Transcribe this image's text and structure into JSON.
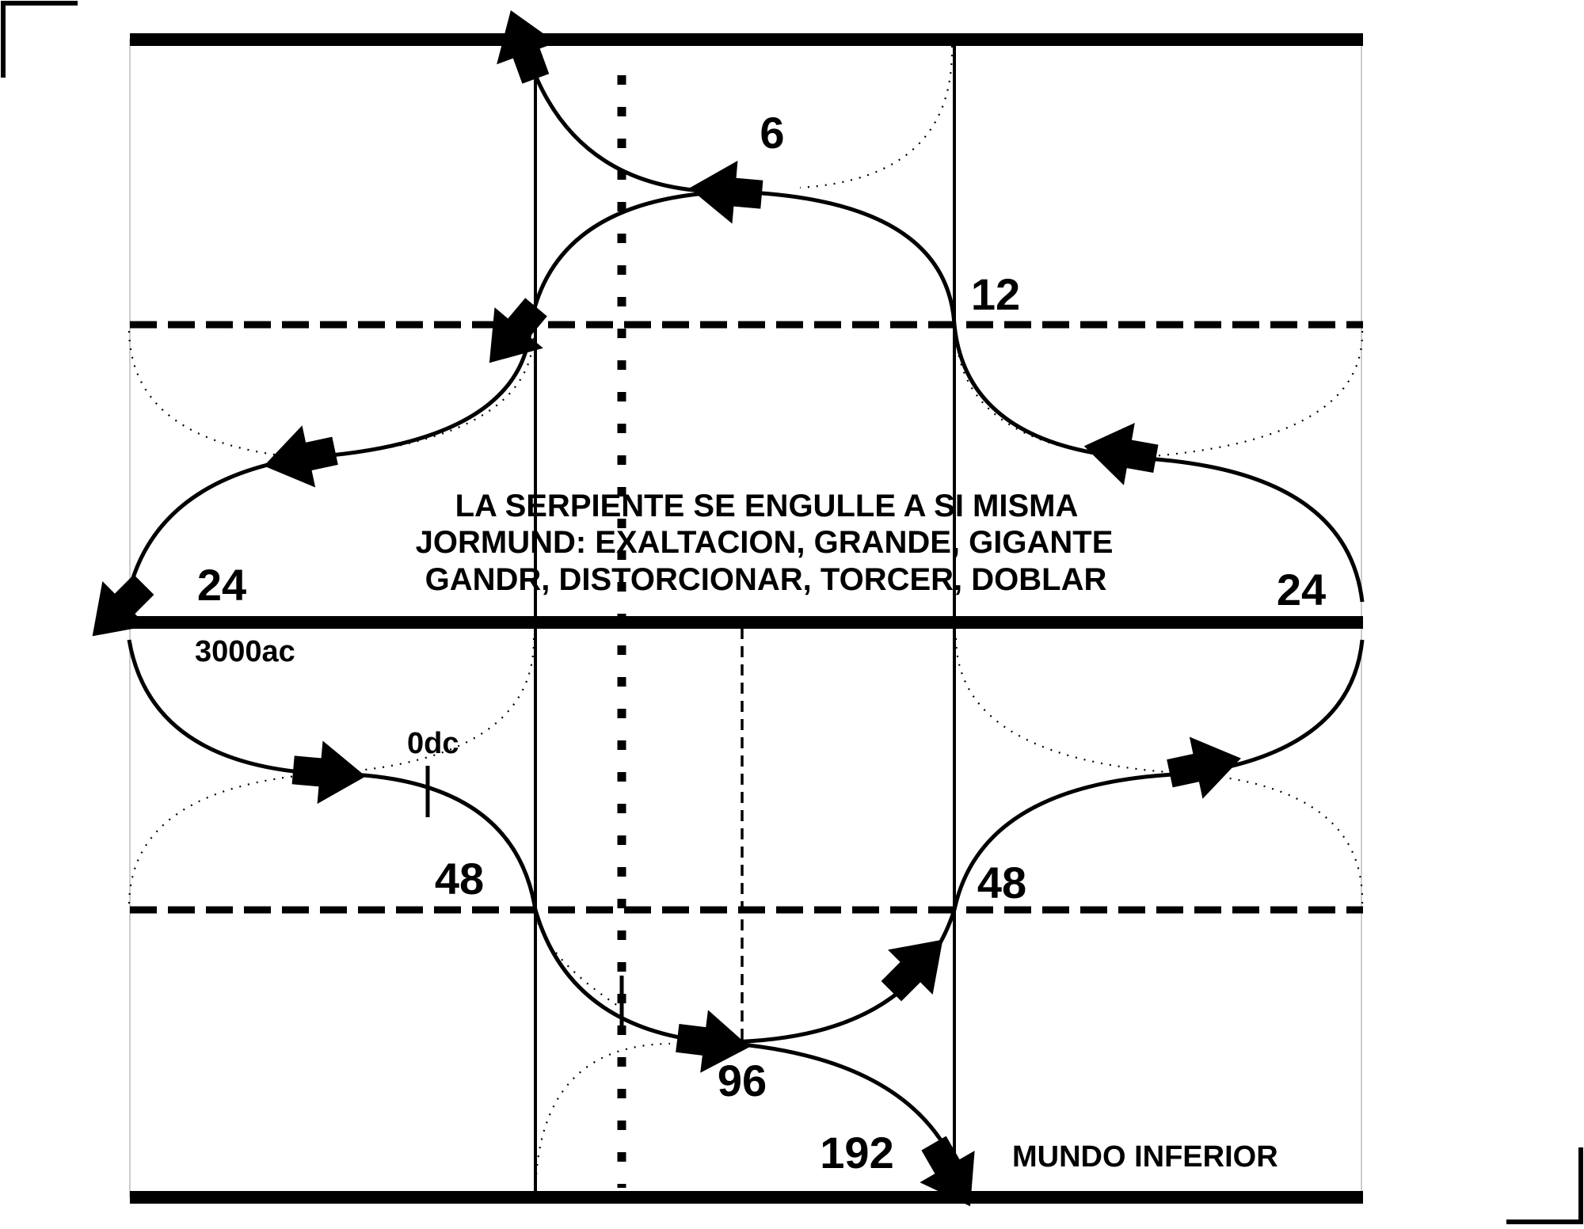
{
  "title_lines": [
    "LA SERPIENTE SE ENGULLE A SI MISMA",
    "JORMUND: EXALTACION, GRANDE, GIGANTE",
    "GANDR, DISTORCIONAR, TORCER, DOBLAR"
  ],
  "labels": {
    "n6": "6",
    "n12": "12",
    "n24_left": "24",
    "n24_right": "24",
    "n48_left": "48",
    "n48_right": "48",
    "n96": "96",
    "n192": "192",
    "ac": "3000ac",
    "dc": "0dc",
    "underworld": "MUNDO INFERIOR"
  },
  "colors": {
    "ink": "#000000",
    "paper": "#ffffff",
    "faint": "#bbbbbb"
  }
}
